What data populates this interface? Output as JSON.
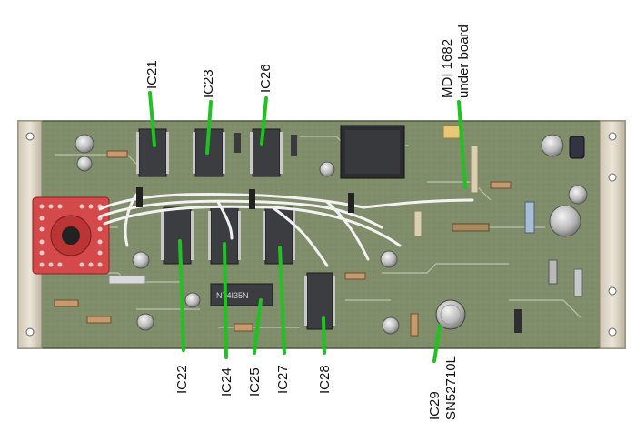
{
  "colors": {
    "pointer": "#1fc31f",
    "board": "#7f8d6a",
    "rail": "#d9d2c2",
    "ic_body": "#3b3d40",
    "socket": "#d44a4a"
  },
  "labels": {
    "ic21": "IC21",
    "ic23": "IC23",
    "ic26": "IC26",
    "mdi_line1": "MDI 1682",
    "mdi_line2": "under board",
    "ic22": "IC22",
    "ic24": "IC24",
    "ic25": "IC25",
    "ic27": "IC27",
    "ic28": "IC28",
    "ic29_line1": "IC29",
    "ic29_line2": "SN52710L"
  },
  "chip_markings": {
    "ic25_print": "N74I35N"
  }
}
